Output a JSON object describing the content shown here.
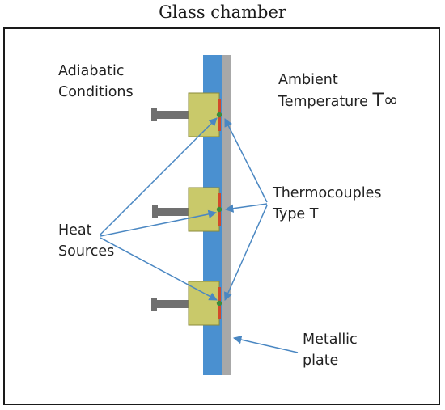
{
  "title": "Glass chamber",
  "labels": {
    "adiabatic_line1": "Adiabatic",
    "adiabatic_line2": "Conditions",
    "ambient_line1": "Ambient",
    "ambient_line2": "Temperature",
    "ambient_symbol": "T∞",
    "thermo_line1": "Thermocouples",
    "thermo_line2": "Type T",
    "heat_line1": "Heat",
    "heat_line2": "Sources",
    "metal_line1": "Metallic",
    "metal_line2": "plate"
  },
  "colors": {
    "insulation": "#4a90d0",
    "plate": "#a8a8a8",
    "heater": "#c9c96a",
    "bolt": "#707070",
    "sensor": "#3c8c3c",
    "contact": "#d24a2a",
    "arrow": "#4a87c2",
    "frame": "#1a1a1a"
  }
}
